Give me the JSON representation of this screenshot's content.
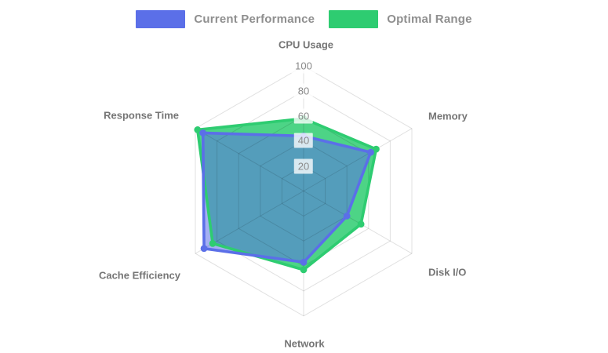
{
  "legend": {
    "items": [
      {
        "label": "Current Performance",
        "color": "#5b6fe8"
      },
      {
        "label": "Optimal Range",
        "color": "#2ecc71"
      }
    ]
  },
  "chart_data": {
    "type": "radar",
    "title": "",
    "categories": [
      "CPU Usage",
      "Memory",
      "Disk I/O",
      "Network",
      "Cache Efficiency",
      "Response Time"
    ],
    "series": [
      {
        "name": "Current Performance",
        "color": "#5b6fe8",
        "fill_opacity": 0.55,
        "values": [
          44,
          62,
          40,
          57,
          92,
          93
        ]
      },
      {
        "name": "Optimal Range",
        "color": "#2ecc71",
        "fill_opacity": 0.85,
        "values": [
          58,
          67,
          53,
          63,
          84,
          98
        ]
      }
    ],
    "ticks": [
      20,
      40,
      60,
      80,
      100
    ],
    "rmin": 0,
    "rmax": 100,
    "grid_shape": "hexagon",
    "grid_color": "#d9d9d9",
    "tick_backdrop_color": "#ffffff",
    "legend_position": "top"
  }
}
